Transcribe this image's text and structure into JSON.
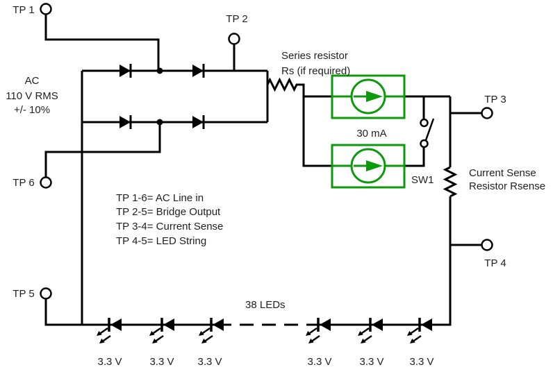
{
  "colors": {
    "background": "#ffffff",
    "wire": "#000000",
    "text": "#1f1f1f",
    "current_source_green": "#0a9a0a"
  },
  "test_points": {
    "tp1": "TP 1",
    "tp2": "TP 2",
    "tp3": "TP 3",
    "tp4": "TP 4",
    "tp5": "TP 5",
    "tp6": "TP 6"
  },
  "ac_source": {
    "line1": "AC",
    "line2": "110 V RMS",
    "line3": "+/- 10%"
  },
  "series_resistor": {
    "line1": "Series resistor",
    "line2": "Rs (if required)"
  },
  "current_sources": {
    "rating": "30 mA"
  },
  "switch": {
    "label": "SW1"
  },
  "sense_resistor": {
    "line1": "Current Sense",
    "line2": "Resistor Rsense"
  },
  "legend": {
    "lines": [
      "TP 1-6= AC Line in",
      "TP 2-5= Bridge Output",
      "TP 3-4= Current Sense",
      "TP 4-5= LED String"
    ]
  },
  "led_string": {
    "count_label": "38 LEDs",
    "voltages": [
      "3.3 V",
      "3.3 V",
      "3.3 V",
      "3.3 V",
      "3.3 V",
      "3.3 V"
    ]
  }
}
